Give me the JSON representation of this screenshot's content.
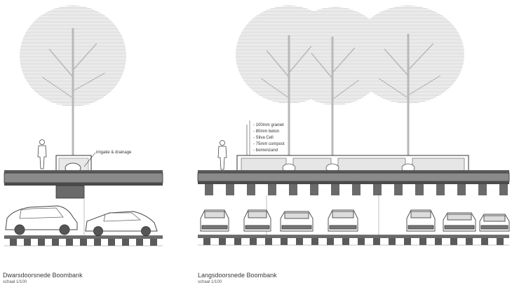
{
  "left_section": {
    "title": "Dwarsdoorsnede Boombank",
    "scale": "schaal 1/100",
    "annotation": "irrigatie & drainage"
  },
  "right_section": {
    "title": "Langsdoorsnede Boombank",
    "scale": "schaal 1/100",
    "layers": [
      "- 100mm graniet",
      "- 80mm beton",
      "- Silva Cell",
      "- 75mm compost",
      "- bomenzand"
    ]
  },
  "colors": {
    "line": "#333333",
    "slab": "#555555",
    "tree": "#d4d4d4",
    "trunk": "#bdbdbd",
    "car": "#555555"
  }
}
